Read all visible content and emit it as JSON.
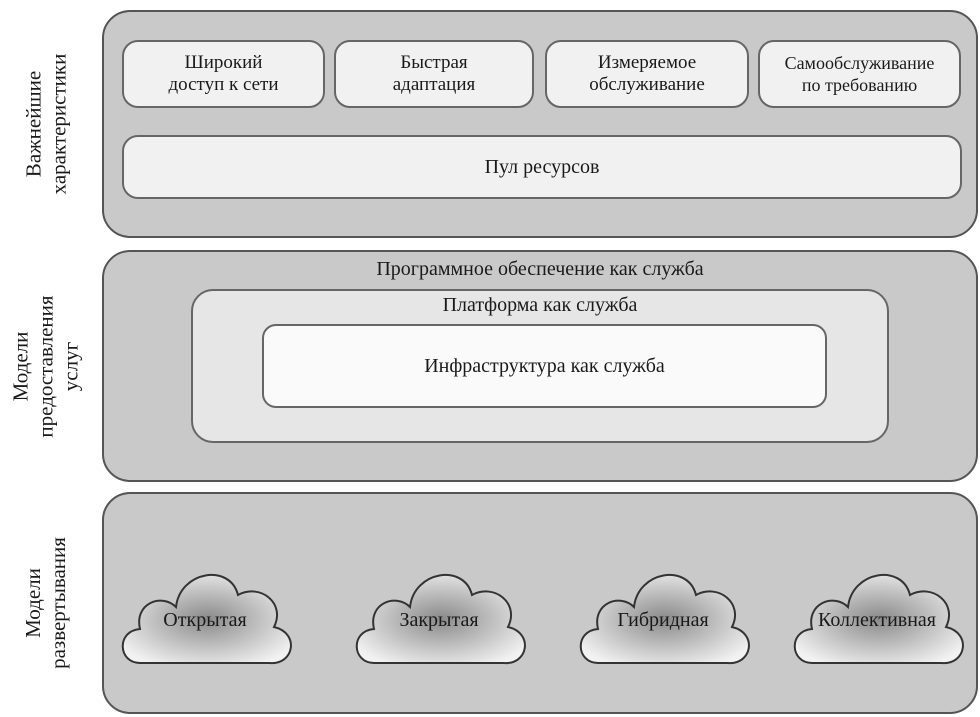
{
  "groups": {
    "characteristics": "Важнейшие\nхарактеристики",
    "service_models": "Модели\nпредоставления\nуслуг",
    "deployment_models": "Модели\nразвертывания"
  },
  "characteristics": {
    "items": [
      "Широкий\nдоступ к сети",
      "Быстрая\nадаптация",
      "Измеряемое\nобслуживание",
      "Самообслуживание\nпо требованию"
    ],
    "pool": "Пул ресурсов"
  },
  "service": {
    "saas": "Программное обеспечение как служба",
    "paas": "Платформа как служба",
    "iaas": "Инфраструктура как служба"
  },
  "deployment": {
    "clouds": [
      "Открытая",
      "Закрытая",
      "Гибридная",
      "Коллективная"
    ]
  }
}
